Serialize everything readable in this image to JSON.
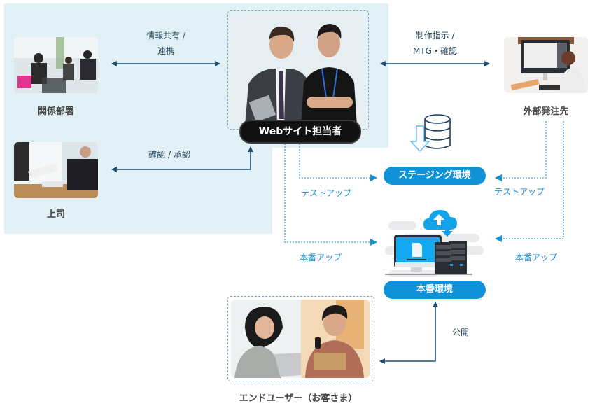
{
  "nodes": {
    "related_dept": {
      "label": "関係部署",
      "photo": "office-workers-photo"
    },
    "boss": {
      "label": "上司",
      "photo": "boss-handing-document-photo"
    },
    "web_manager": {
      "label": "Webサイト担当者",
      "photo": "two-men-smiling-photo"
    },
    "external_vendor": {
      "label": "外部発注先",
      "photo": "designer-at-computer-photo"
    },
    "staging": {
      "label": "ステージング環境"
    },
    "production": {
      "label": "本番環境"
    },
    "end_users": {
      "label": "エンドユーザー（お客さま）",
      "photo": "customers-shopping-online-photo"
    }
  },
  "edges": {
    "info_share": {
      "line1": "情報共有 /",
      "line2": "連携"
    },
    "direction": {
      "line1": "制作指示 /",
      "line2": "MTG・確認"
    },
    "approval": {
      "label": "確認 / 承認"
    },
    "test_up_left": {
      "label": "テストアップ"
    },
    "test_up_right": {
      "label": "テストアップ"
    },
    "prod_up_left": {
      "label": "本番アップ"
    },
    "prod_up_right": {
      "label": "本番アップ"
    },
    "publish": {
      "label": "公開"
    }
  },
  "icons": {
    "database": "database-download-icon",
    "server": "cloud-server-icon"
  },
  "colors": {
    "panel_bg": "#e2f1f6",
    "arrow_dark": "#1b4f72",
    "dotted_blue": "#5bb8ea",
    "pill_blue": "#0f92d8",
    "role_pill": "#111111"
  }
}
